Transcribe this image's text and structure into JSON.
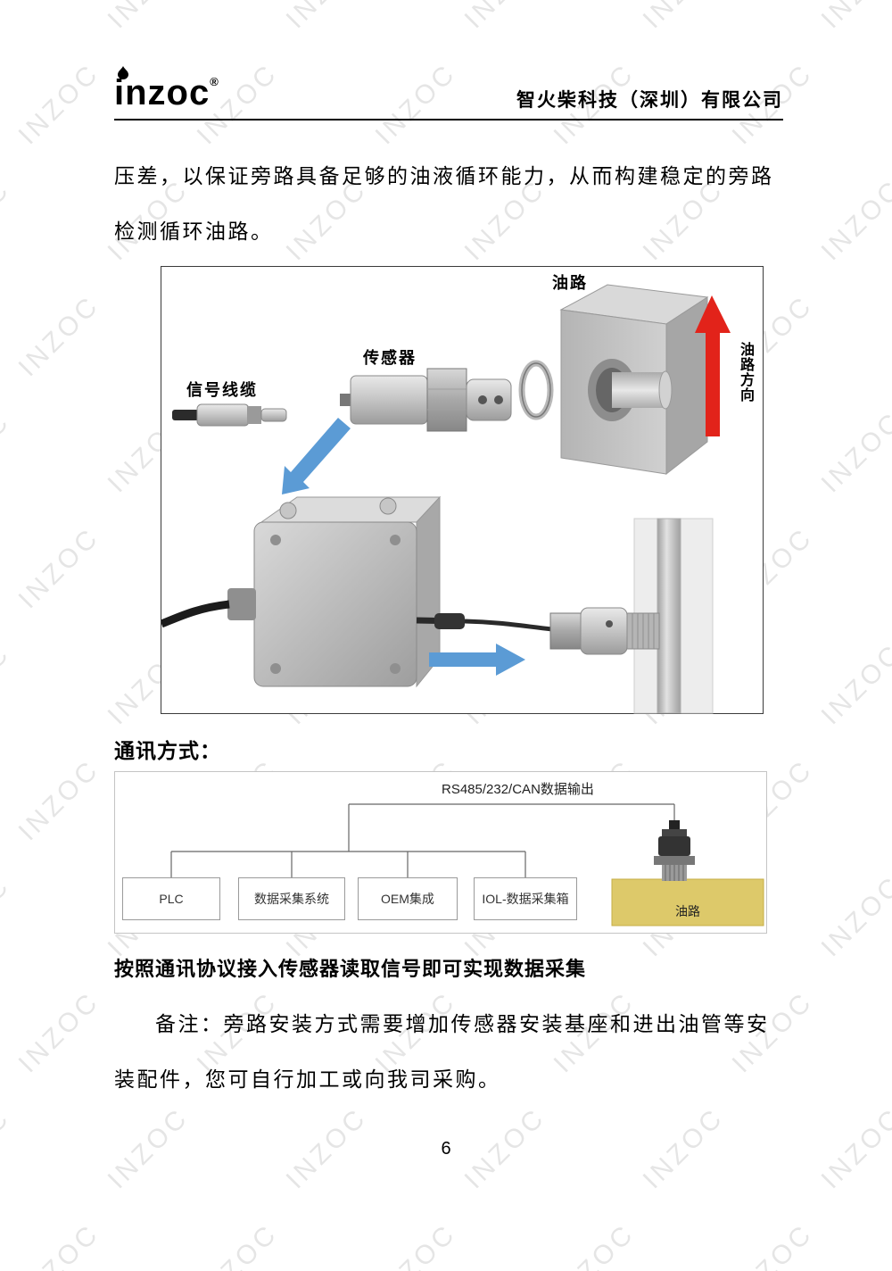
{
  "page": {
    "number": "6",
    "watermark": "INZOC"
  },
  "header": {
    "logo_text": "inzoc",
    "logo_reg": "®",
    "company": "智火柴科技（深圳）有限公司"
  },
  "body": {
    "para1_line1": "压差，以保证旁路具备足够的油液循环能力，从而构建稳定的旁路",
    "para1_line2": "检测循环油路。",
    "comm_heading": "通讯方式：",
    "bold_note": "按照通讯协议接入传感器读取信号即可实现数据采集",
    "remark_line1": "备注：旁路安装方式需要增加传感器安装基座和进出油管等安",
    "remark_line2": "装配件，您可自行加工或向我司采购。"
  },
  "figure1": {
    "labels": {
      "oil_path": "油路",
      "sensor": "传感器",
      "signal_cable": "信号线缆",
      "oil_direction": "油路方向"
    }
  },
  "figure2": {
    "bus_label": "RS485/232/CAN数据输出",
    "nodes": [
      "PLC",
      "数据采集系统",
      "OEM集成",
      "IOL-数据采集箱"
    ],
    "oil_label": "油路"
  },
  "colors": {
    "red_arrow": "#e2231a",
    "blue_arrow": "#5b9bd5",
    "oil_block_yellow": "#ddc96a"
  }
}
